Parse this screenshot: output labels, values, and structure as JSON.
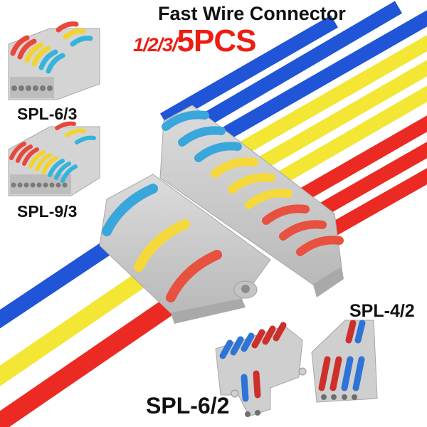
{
  "product": {
    "title": "Fast Wire Connector",
    "quantity_options_small": "1/2/3/",
    "quantity_options_big": "5PCS"
  },
  "models": [
    {
      "id": "spl-6-3",
      "label": "SPL-6/3",
      "levers": [
        "red",
        "red",
        "yellow",
        "yellow",
        "blue",
        "blue",
        "red",
        "yellow",
        "blue"
      ]
    },
    {
      "id": "spl-9-3",
      "label": "SPL-9/3",
      "levers": [
        "red",
        "red",
        "red",
        "yellow",
        "yellow",
        "yellow",
        "blue",
        "blue",
        "blue",
        "red",
        "yellow",
        "blue"
      ]
    },
    {
      "id": "spl-4-2",
      "label": "SPL-4/2",
      "levers": [
        "red",
        "red",
        "blue",
        "blue",
        "red",
        "blue"
      ]
    },
    {
      "id": "spl-6-2",
      "label": "SPL-6/2",
      "levers": [
        "blue",
        "blue",
        "blue",
        "red",
        "red",
        "red",
        "blue",
        "red"
      ]
    }
  ],
  "hero": {
    "description": "Large gray 9-to-3 splitter with blue, yellow and red wires",
    "input_wires": [
      "blue",
      "yellow",
      "red"
    ],
    "output_wires": [
      "blue",
      "blue",
      "blue",
      "yellow",
      "yellow",
      "yellow",
      "red",
      "red",
      "red"
    ]
  },
  "colors": {
    "blue_wire": "#1f55d6",
    "yellow_wire": "#f4e634",
    "red_wire": "#ec2a24",
    "blue_lever": "#3aa7dc",
    "yellow_lever": "#f5d93a",
    "red_lever": "#e8503f",
    "body_gray": "#c9c9c9",
    "title_text": "#111111",
    "qty_text": "#ee1c12"
  }
}
